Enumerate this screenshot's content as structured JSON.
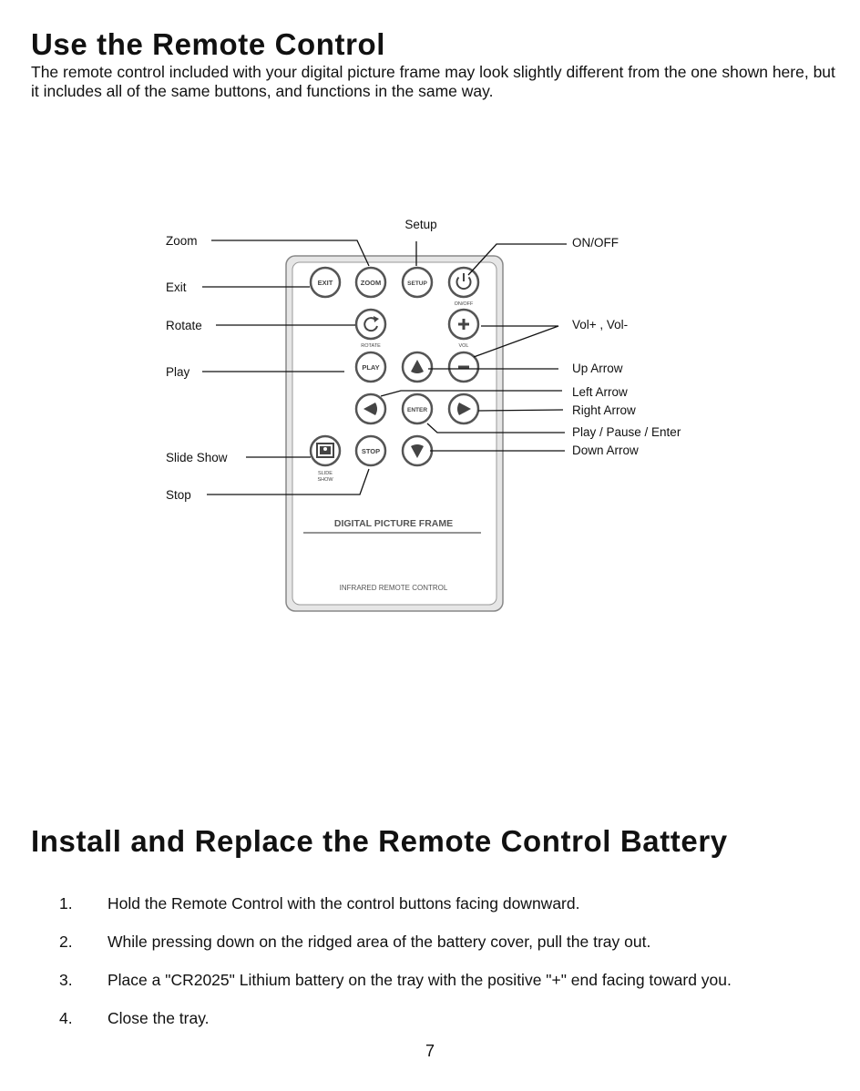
{
  "section1": {
    "title": "Use the Remote Control",
    "intro": "The remote control included with your digital picture frame may look slightly different from the one shown here, but it includes all of the same buttons, and functions in the same way."
  },
  "remote": {
    "brand_text": "DIGITAL PICTURE FRAME",
    "footer_text": "INFRARED  REMOTE  CONTROL",
    "buttons": {
      "exit": "EXIT",
      "zoom": "ZOOM",
      "setup": "SETUP",
      "onoff_caption": "ON/OFF",
      "rotate_caption": "ROTATE",
      "vol_caption": "VOL",
      "play": "PLAY",
      "enter": "ENTER",
      "stop": "STOP",
      "slideshow_caption_1": "SLIDE",
      "slideshow_caption_2": "SHOW"
    },
    "callouts": {
      "zoom": "Zoom",
      "setup": "Setup",
      "onoff": "ON/OFF",
      "exit": "Exit",
      "rotate": "Rotate",
      "vol": "Vol+ , Vol-",
      "play": "Play",
      "up": "Up Arrow",
      "left": "Left Arrow",
      "right": "Right Arrow",
      "enter": "Play / Pause / Enter",
      "down": "Down Arrow",
      "slideshow": "Slide Show",
      "stop": "Stop"
    }
  },
  "section2": {
    "title": "Install and Replace the Remote Control Battery",
    "steps": [
      {
        "num": "1.",
        "text": "Hold the Remote Control with the control buttons facing downward."
      },
      {
        "num": "2.",
        "text": "While pressing down on the ridged area of the battery cover, pull the tray out."
      },
      {
        "num": "3.",
        "text": "Place a \"CR2025\" Lithium battery on the tray with the positive \"+\" end facing toward you."
      },
      {
        "num": "4.",
        "text": "Close the tray."
      }
    ]
  },
  "page_number": "7"
}
